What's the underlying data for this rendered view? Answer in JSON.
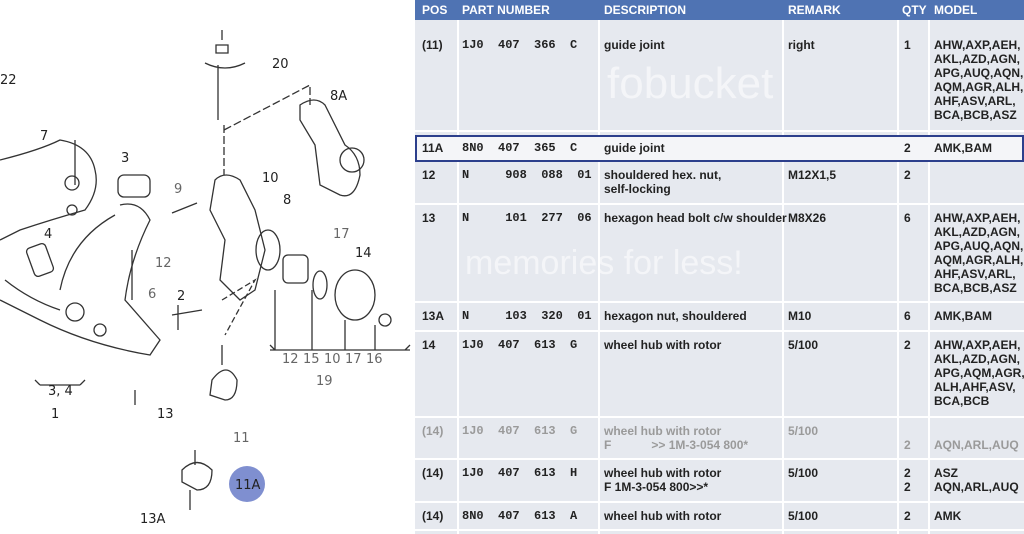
{
  "diagram": {
    "labels": [
      "22",
      "20",
      "8A",
      "7",
      "3",
      "10",
      "9",
      "8",
      "4",
      "17",
      "12",
      "14",
      "6",
      "2",
      "12",
      "15",
      "10",
      "17",
      "16",
      "19",
      "3, 4",
      "1",
      "13",
      "11",
      "11A",
      "13A"
    ],
    "highlight_color": "#7f8fd0"
  },
  "table": {
    "headers": {
      "pos": "POS",
      "part": "PART NUMBER",
      "desc": "DESCRIPTION",
      "remark": "REMARK",
      "qty": "QTY",
      "model": "MODEL"
    },
    "header_color": "#4f73b3",
    "rows": [
      {
        "pos": "(11)",
        "part": "1J0  407  366  C",
        "desc": "guide joint",
        "remark": "right",
        "qty": "1",
        "model": "AHW,AXP,AEH,\nAKL,AZD,AGN,\nAPG,AUQ,AQN,\nAQM,AGR,ALH,\nAHF,ASV,ARL,\nBCA,BCB,ASZ"
      },
      {
        "pos": "11A",
        "part": "8N0  407  365  C",
        "desc": "guide joint",
        "remark": "",
        "qty": "2",
        "model": "AMK,BAM"
      },
      {
        "pos": "12",
        "part": "N     908  088  01",
        "desc": "shouldered hex. nut,\nself-locking",
        "remark": "M12X1,5",
        "qty": "2",
        "model": ""
      },
      {
        "pos": "13",
        "part": "N     101  277  06",
        "desc": "hexagon head bolt c/w shoulder",
        "remark": "M8X26",
        "qty": "6",
        "model": "AHW,AXP,AEH,\nAKL,AZD,AGN,\nAPG,AUQ,AQN,\nAQM,AGR,ALH,\nAHF,ASV,ARL,\nBCA,BCB,ASZ"
      },
      {
        "pos": "13A",
        "part": "N     103  320  01",
        "desc": "hexagon nut, shouldered",
        "remark": "M10",
        "qty": "6",
        "model": "AMK,BAM"
      },
      {
        "pos": "14",
        "part": "1J0  407  613  G",
        "desc": "wheel hub with rotor",
        "remark": "5/100",
        "qty": "2",
        "model": "AHW,AXP,AEH,\nAKL,AZD,AGN,\nAPG,AQM,AGR,\nALH,AHF,ASV,\nBCA,BCB"
      },
      {
        "pos": "(14)",
        "part": "1J0  407  613  G",
        "desc": "wheel hub with rotor\nF            >> 1M-3-054 800*",
        "remark": "5/100",
        "qty": "\n2",
        "model": "\nAQN,ARL,AUQ"
      },
      {
        "pos": "(14)",
        "part": "1J0  407  613  H",
        "desc": "wheel hub with rotor\nF 1M-3-054 800>>*",
        "remark": "5/100",
        "qty": "2\n2",
        "model": "ASZ\nAQN,ARL,AUQ"
      },
      {
        "pos": "(14)",
        "part": "8N0  407  613  A",
        "desc": "wheel hub with rotor",
        "remark": "5/100",
        "qty": "2",
        "model": "AMK"
      }
    ]
  },
  "watermarks": [
    "fobucket",
    "memories for less!"
  ]
}
